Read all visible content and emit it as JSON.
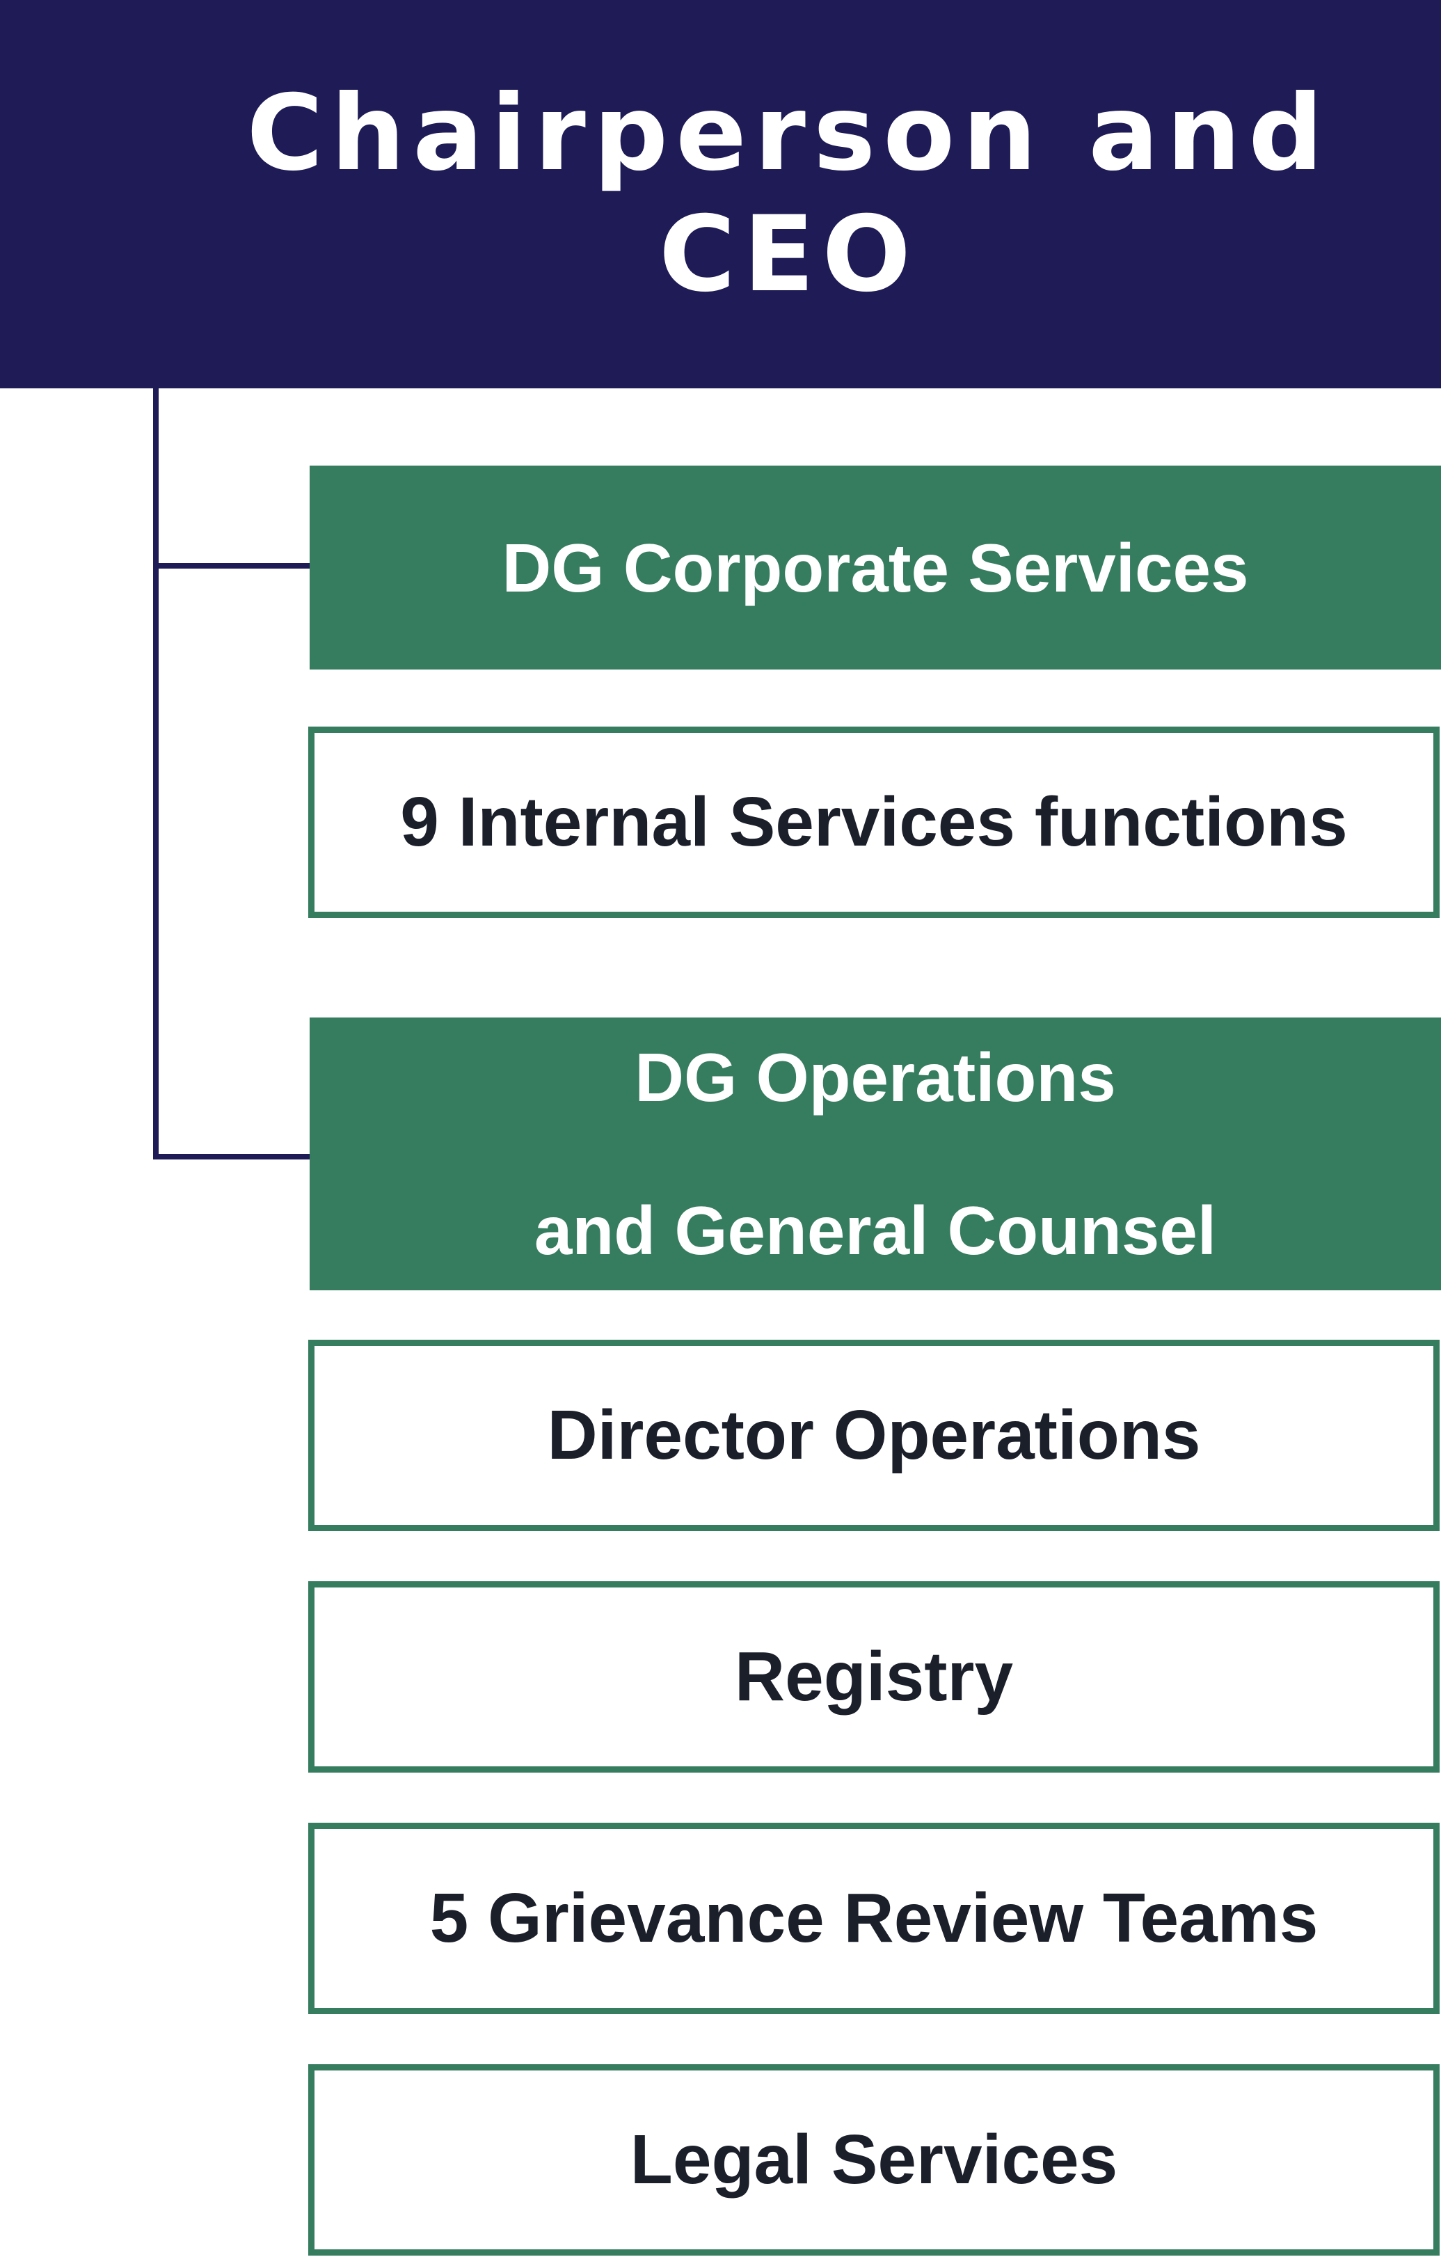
{
  "header": {
    "title": "Chairperson and CEO"
  },
  "branches": [
    {
      "title_lines": [
        "DG Corporate Services"
      ],
      "units": [
        "9 Internal Services functions"
      ]
    },
    {
      "title_lines": [
        "DG Operations",
        "and General Counsel"
      ],
      "units": [
        "Director Operations",
        "Registry",
        "5 Grievance Review Teams",
        "Legal Services"
      ]
    }
  ],
  "colors": {
    "header_bg": "#1e1b56",
    "director_bg": "#367d60",
    "unit_border": "#367d60",
    "unit_text": "#1b1f2a",
    "connector": "#1e1b56"
  }
}
